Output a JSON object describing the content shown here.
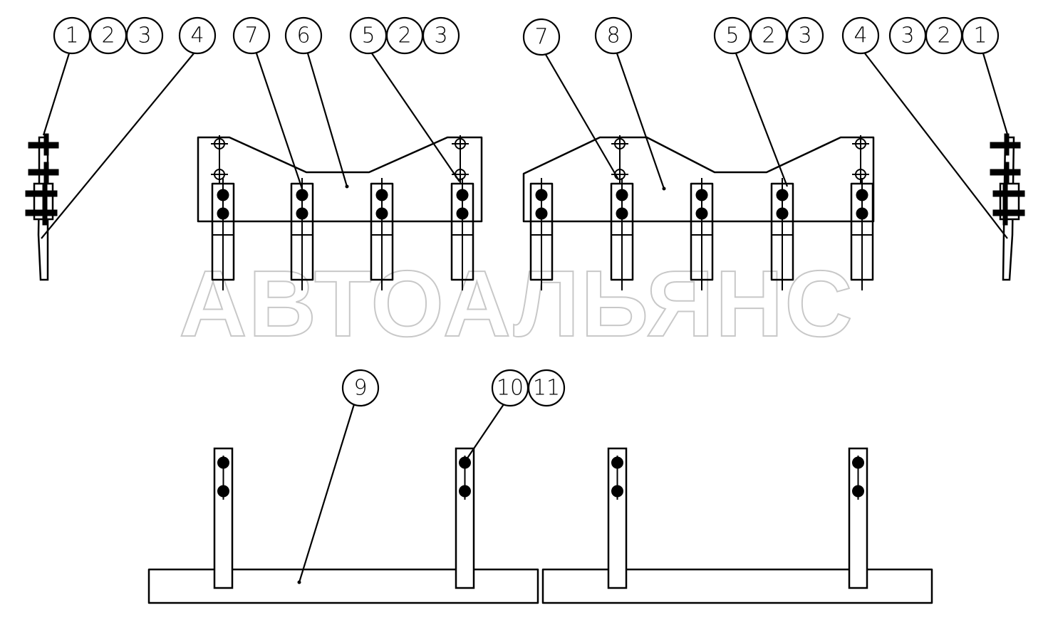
{
  "watermark": "АВТОАЛЬЯНС",
  "callouts": {
    "top_left_1": "1",
    "top_left_2": "2",
    "top_left_3": "3",
    "top_left_4": "4",
    "top_left_7": "7",
    "top_left_6": "6",
    "top_left_5": "5",
    "top_left_5_2": "2",
    "top_left_5_3": "3",
    "top_right_7": "7",
    "top_right_8": "8",
    "top_right_5": "5",
    "top_right_5_2": "2",
    "top_right_5_3": "3",
    "top_right_4": "4",
    "top_right_3": "3",
    "top_right_2": "2",
    "top_right_1": "1",
    "bottom_9": "9",
    "bottom_10": "10",
    "bottom_11": "11"
  }
}
